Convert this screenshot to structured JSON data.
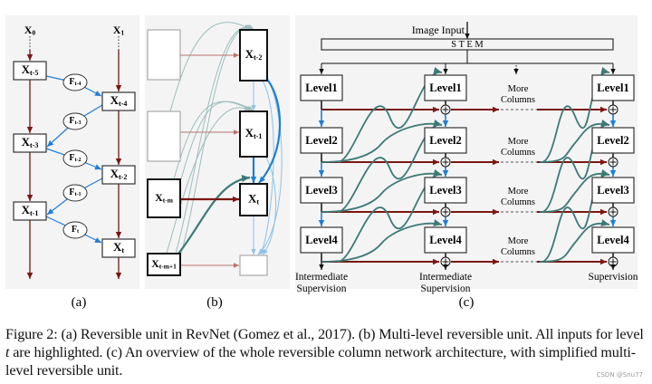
{
  "figure": {
    "panel_a": {
      "label": "(a)",
      "inputs": [
        {
          "main": "X",
          "sub": "0"
        },
        {
          "main": "X",
          "sub": "1"
        }
      ],
      "nodes": [
        {
          "id": "xt5",
          "main": "X",
          "sub": "t-5",
          "column": 0
        },
        {
          "id": "xt4",
          "main": "X",
          "sub": "t-4",
          "column": 1
        },
        {
          "id": "xt3",
          "main": "X",
          "sub": "t-3",
          "column": 0
        },
        {
          "id": "xt2",
          "main": "X",
          "sub": "t-2",
          "column": 1
        },
        {
          "id": "xt1",
          "main": "X",
          "sub": "t-1",
          "column": 0
        },
        {
          "id": "xt",
          "main": "X",
          "sub": "t",
          "column": 1
        }
      ],
      "functions": [
        {
          "main": "F",
          "sub": "t-4"
        },
        {
          "main": "F",
          "sub": "t-3"
        },
        {
          "main": "F",
          "sub": "t-2"
        },
        {
          "main": "F",
          "sub": "t-1"
        },
        {
          "main": "F",
          "sub": "t"
        }
      ]
    },
    "panel_b": {
      "label": "(b)",
      "left_nodes": [
        {
          "main": "",
          "sub": "",
          "highlighted": false
        },
        {
          "main": "",
          "sub": "",
          "highlighted": false
        },
        {
          "main": "X",
          "sub": "t-m",
          "highlighted": true
        },
        {
          "main": "X",
          "sub": "t-m+1",
          "highlighted": true
        }
      ],
      "right_nodes": [
        {
          "main": "X",
          "sub": "t-2",
          "highlighted": true
        },
        {
          "main": "X",
          "sub": "t-1",
          "highlighted": true
        },
        {
          "main": "X",
          "sub": "t",
          "highlighted": true
        },
        {
          "main": "",
          "sub": "",
          "highlighted": false
        }
      ]
    },
    "panel_c": {
      "label": "(c)",
      "image_input": "Image Input",
      "stem": "S T E M",
      "levels": [
        "Level1",
        "Level2",
        "Level3",
        "Level4"
      ],
      "more_columns": [
        "More",
        "Columns"
      ],
      "outputs": {
        "first": [
          "Intermediate",
          "Supervision"
        ],
        "middle": [
          "Intermediate",
          "Supervision"
        ],
        "last": [
          "Supervision"
        ]
      }
    },
    "colors": {
      "panel_bg": "#f4f4f4",
      "reverse_red": "#7b1712",
      "light_red": "#b9726c",
      "blue": "#1f7fd6",
      "light_blue": "#8cc2ea",
      "teal": "#3d7a77",
      "light_teal": "#9cbdbb",
      "box_border": "#222222",
      "gray_border": "#9a9a9a"
    }
  },
  "caption": {
    "part1": "Figure 2: (a) Reversible unit in RevNet (Gomez et al., 2017). (b) Multi-level reversible unit. All inputs for level ",
    "italic": "t",
    "part2": " are highlighted. (c) An overview of the whole reversible column network architecture, with simplified multi-level reversible unit."
  },
  "watermark": "CSDN @Snu77"
}
